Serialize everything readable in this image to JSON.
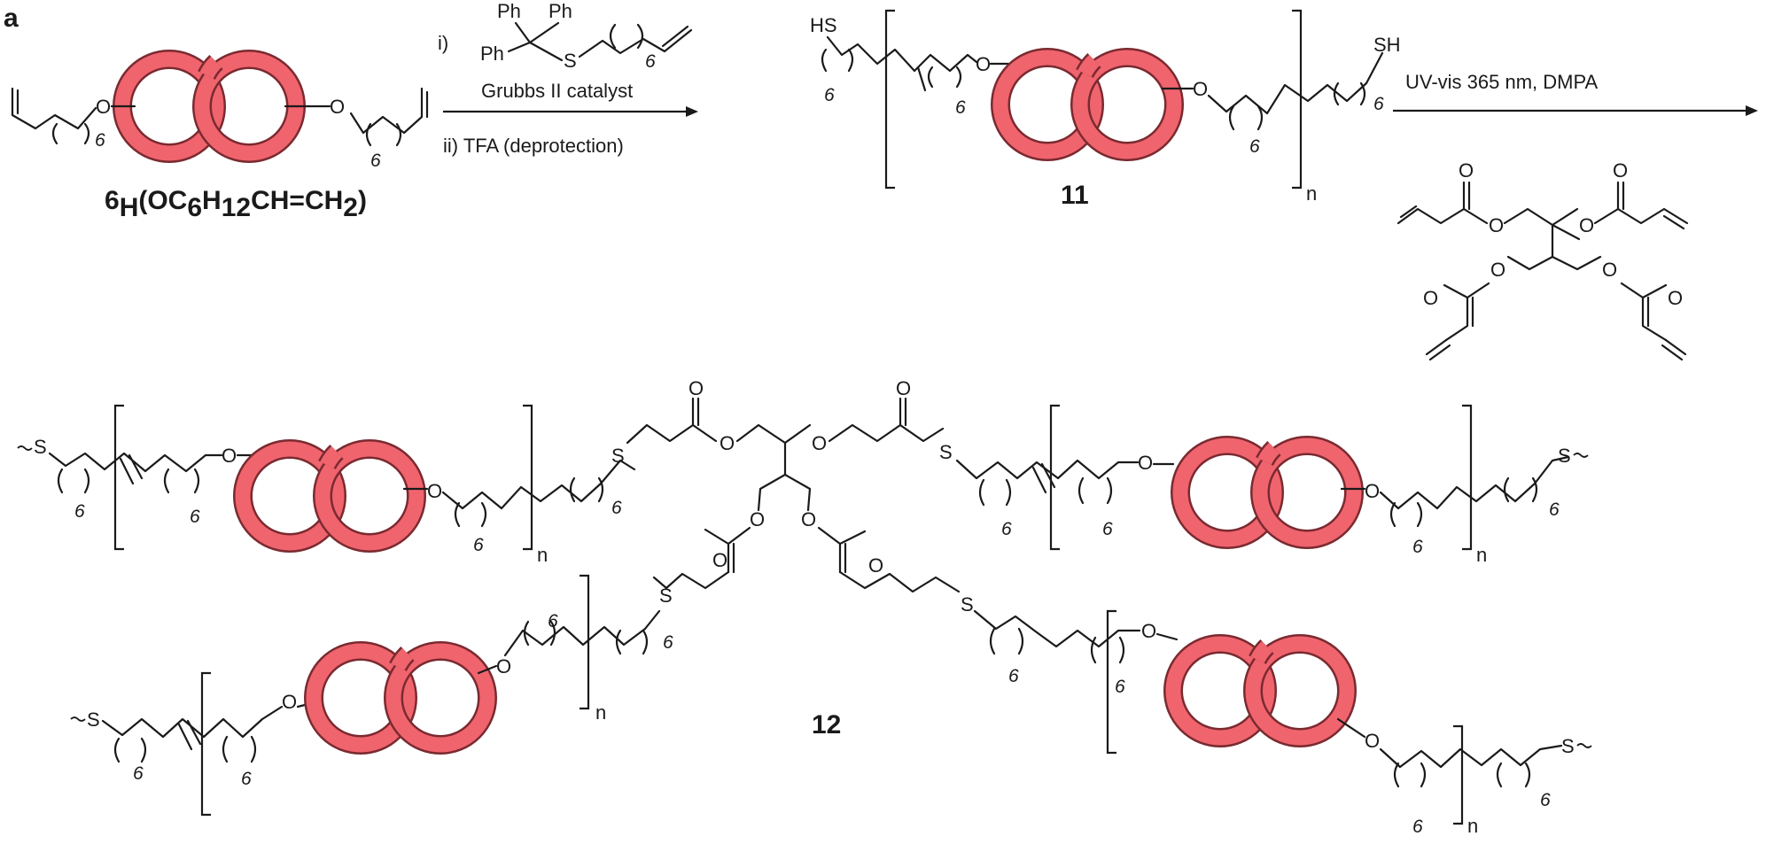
{
  "panel_label": "a",
  "ring_color": "#f0646e",
  "compound_start": {
    "base": "6",
    "base_sub": "H",
    "formula_parts": [
      "(OC",
      "6",
      "H",
      "12",
      "CH=CH",
      "2",
      ")"
    ]
  },
  "reagent_1": {
    "step_i": "i)",
    "ph_labels": [
      "Ph",
      "Ph",
      "Ph"
    ],
    "s_label": "S",
    "repeat": "6",
    "catalyst": "Grubbs II catalyst",
    "step_ii": "ii) TFA (deprotection)"
  },
  "compound_11": {
    "label": "11",
    "hs_left": "HS",
    "sh_right": "SH",
    "o_label": "O",
    "repeat": "6",
    "n": "n"
  },
  "reagent_2": {
    "conditions": "UV-vis 365 nm, DMPA",
    "o_label": "O"
  },
  "compound_12": {
    "label": "12",
    "s_label": "S",
    "o_label": "O",
    "repeat": "6",
    "n": "n"
  }
}
